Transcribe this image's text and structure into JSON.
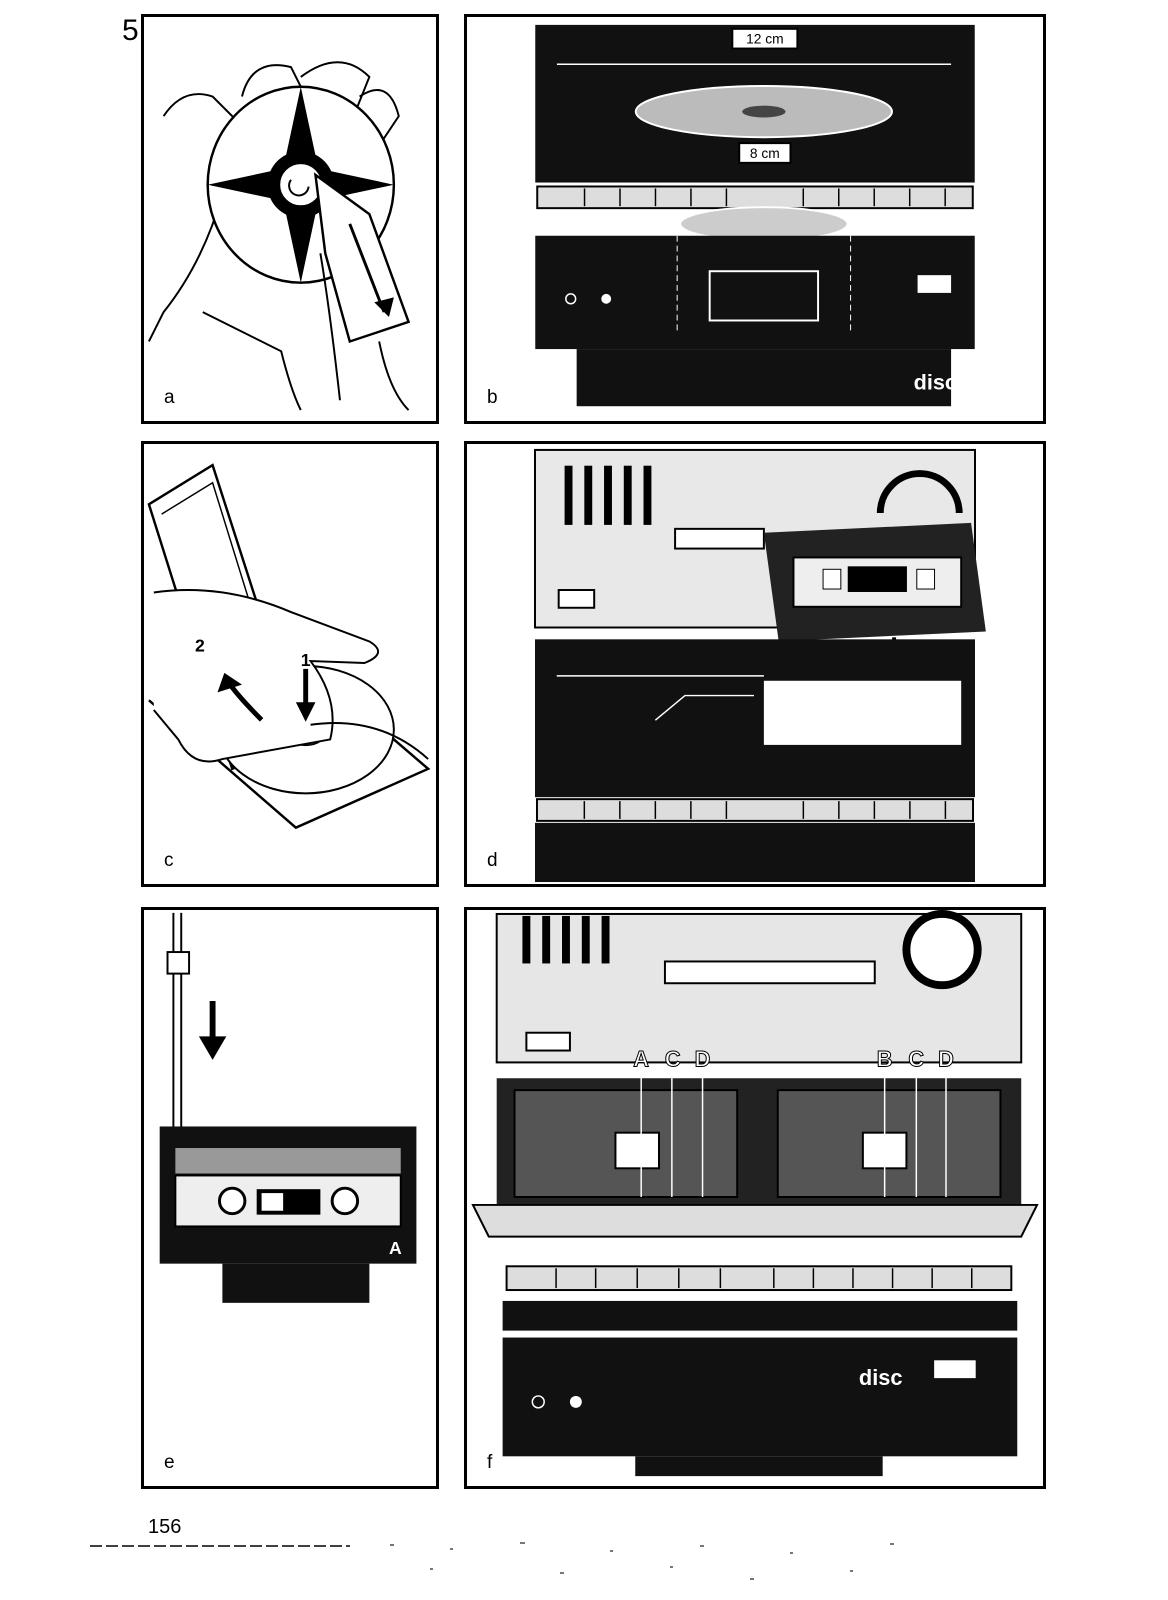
{
  "section_number": "5",
  "page_number": "156",
  "panels": [
    {
      "letter": "a"
    },
    {
      "letter": "b",
      "callouts": {
        "large_disc": "12 cm",
        "small_disc": "8 cm"
      },
      "logo_text": "disc"
    },
    {
      "letter": "c",
      "step_1": "1",
      "step_2": "2"
    },
    {
      "letter": "d"
    },
    {
      "letter": "e",
      "side": "A"
    },
    {
      "letter": "f",
      "buttons_left": [
        "A",
        "C",
        "D"
      ],
      "buttons_right": [
        "B",
        "C",
        "D"
      ],
      "logo_text": "disc"
    }
  ],
  "colors": {
    "ink": "#000000",
    "paper": "#ffffff"
  }
}
